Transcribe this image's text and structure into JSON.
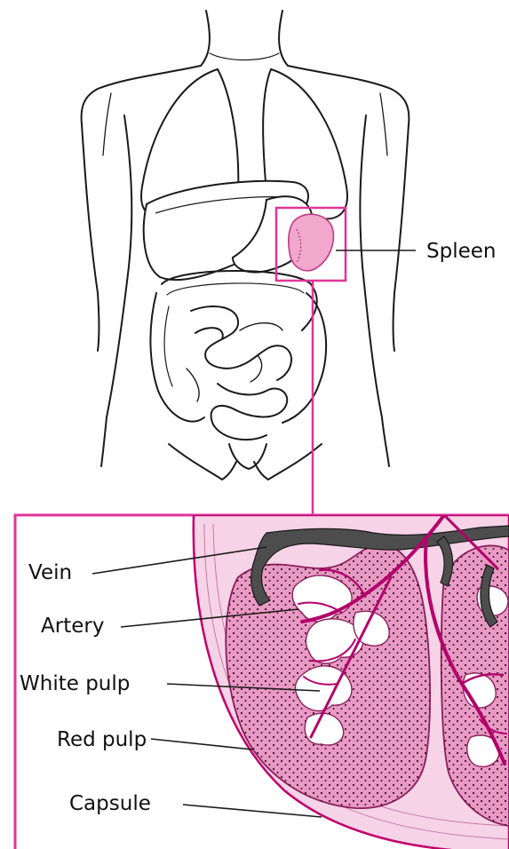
{
  "labels": {
    "spleen": "Spleen",
    "vein": "Vein",
    "artery": "Artery",
    "white_pulp": "White pulp",
    "red_pulp": "Red pulp",
    "capsule": "Capsule"
  },
  "colors": {
    "accent": "#e0359a",
    "line": "#1a1a1a",
    "red_pulp": "#e99ac4",
    "capsule": "#f6d3e6",
    "vessel_artery": "#b3006b",
    "vessel_vein": "#4d4d4d",
    "white_pulp": "#ffffff"
  }
}
